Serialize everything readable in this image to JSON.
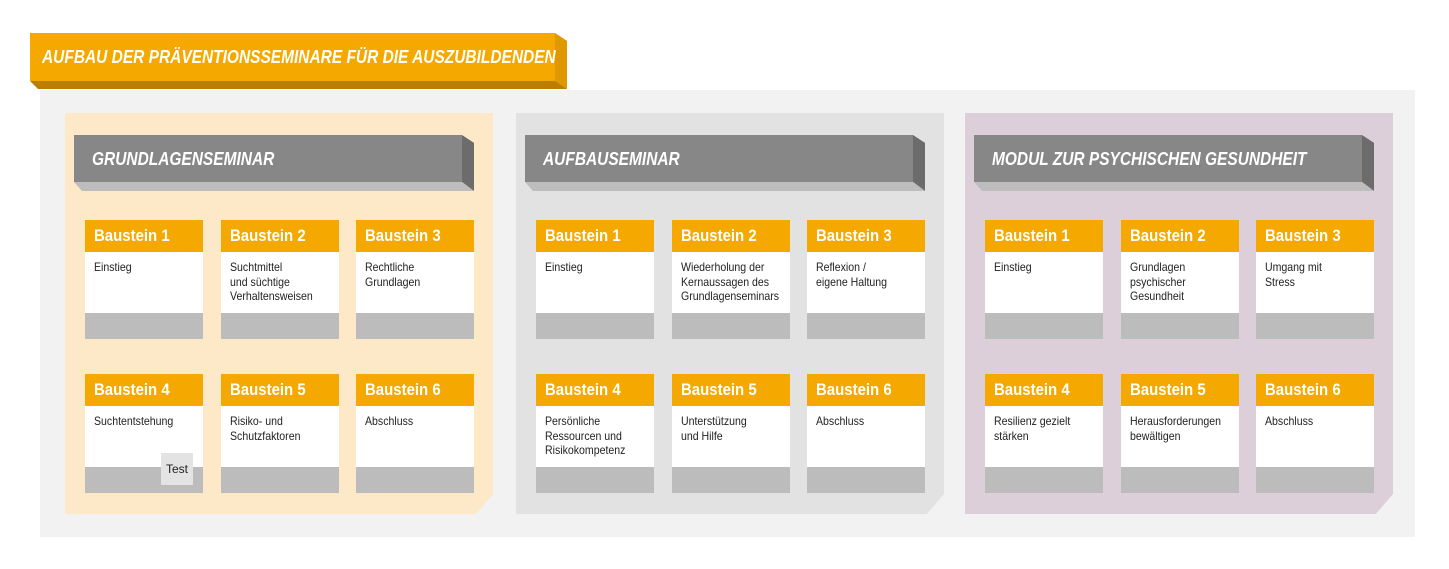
{
  "title": "AUFBAU DER PRÄVENTIONSSEMINARE FÜR DIE AUSZUBILDENDEN",
  "colors": {
    "accent": "#f5a800",
    "panel_1": "#fde8c8",
    "panel_2": "#e2e2e2",
    "panel_3": "#dccfd9"
  },
  "panels": [
    {
      "title": "GRUNDLAGENSEMINAR",
      "cards": [
        {
          "label": "Baustein 1",
          "text": "Einstieg"
        },
        {
          "label": "Baustein 2",
          "text": "Suchtmittel\nund süchtige\nVerhaltensweisen"
        },
        {
          "label": "Baustein 3",
          "text": "Rechtliche\nGrundlagen"
        },
        {
          "label": "Baustein 4",
          "text": "Suchtentstehung",
          "badge": "Test"
        },
        {
          "label": "Baustein 5",
          "text": "Risiko- und\nSchutzfaktoren"
        },
        {
          "label": "Baustein 6",
          "text": "Abschluss"
        }
      ]
    },
    {
      "title": "AUFBAUSEMINAR",
      "cards": [
        {
          "label": "Baustein 1",
          "text": "Einstieg"
        },
        {
          "label": "Baustein 2",
          "text": "Wiederholung der\nKernaussagen des\nGrundlagenseminars"
        },
        {
          "label": "Baustein 3",
          "text": "Reflexion /\neigene Haltung"
        },
        {
          "label": "Baustein 4",
          "text": "Persönliche\nRessourcen und\nRisikokompetenz"
        },
        {
          "label": "Baustein 5",
          "text": "Unterstützung\nund Hilfe"
        },
        {
          "label": "Baustein 6",
          "text": "Abschluss"
        }
      ]
    },
    {
      "title": "MODUL ZUR PSYCHISCHEN GESUNDHEIT",
      "cards": [
        {
          "label": "Baustein 1",
          "text": "Einstieg"
        },
        {
          "label": "Baustein 2",
          "text": "Grundlagen\npsychischer\nGesundheit"
        },
        {
          "label": "Baustein 3",
          "text": "Umgang mit\nStress"
        },
        {
          "label": "Baustein 4",
          "text": "Resilienz gezielt\nstärken"
        },
        {
          "label": "Baustein 5",
          "text": "Herausforderungen\nbewältigen"
        },
        {
          "label": "Baustein 6",
          "text": "Abschluss"
        }
      ]
    }
  ]
}
